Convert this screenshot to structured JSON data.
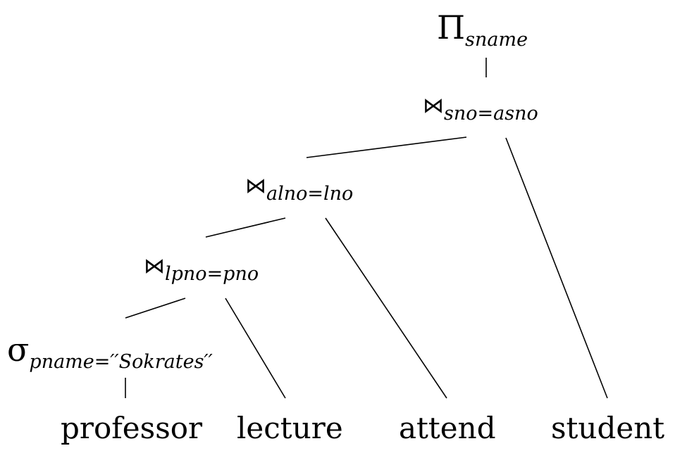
{
  "diagram": {
    "projection": {
      "symbol": "Π",
      "subscript": "sname"
    },
    "joins": [
      {
        "symbol": "⋈",
        "condition": "sno=asno"
      },
      {
        "symbol": "⋈",
        "condition": "alno=lno"
      },
      {
        "symbol": "⋈",
        "condition": "lpno=pno"
      }
    ],
    "selection": {
      "symbol": "σ",
      "subscript": "pname=′′Sokrates′′"
    },
    "relations": [
      "professor",
      "lecture",
      "attend",
      "student"
    ]
  }
}
